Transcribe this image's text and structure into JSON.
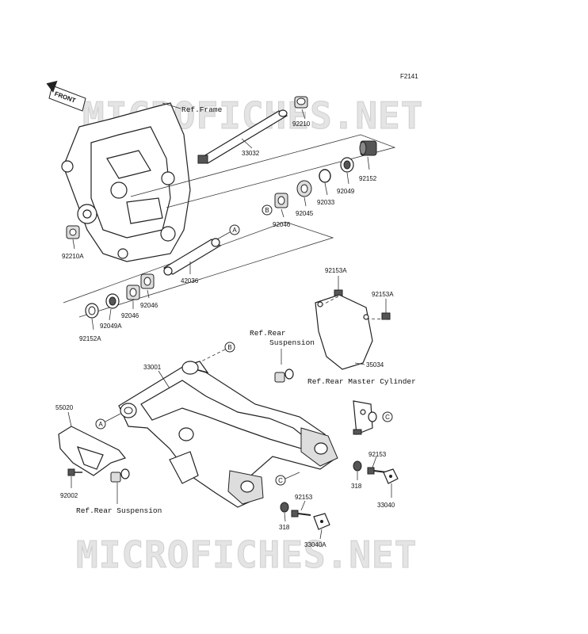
{
  "figure_code": "F2141",
  "front_marker": "FRONT",
  "watermark": "MICROFICHES.NET",
  "refs": {
    "frame": "Ref.Frame",
    "rear_suspension_top_1": "Ref.Rear",
    "rear_suspension_top_2": "Suspension",
    "rear_master_cylinder": "Ref.Rear Master Cylinder",
    "rear_suspension_bottom": "Ref.Rear Suspension"
  },
  "callouts": {
    "a": "A",
    "b": "B",
    "c": "C"
  },
  "parts": {
    "p92210": "92210",
    "p33032": "33032",
    "p92152": "92152",
    "p92049": "92049",
    "p92033": "92033",
    "p92045": "92045",
    "p92046_top": "92046",
    "p92210A": "92210A",
    "p42036": "42036",
    "p92046_mid": "92046",
    "p92046_low": "92046",
    "p92049A": "92049A",
    "p92152A": "92152A",
    "p92153A_1": "92153A",
    "p92153A_2": "92153A",
    "p35034": "35034",
    "p33001": "33001",
    "p55020": "55020",
    "p92002": "92002",
    "p92153_r": "92153",
    "p318_r": "318",
    "p33040": "33040",
    "p92153_b": "92153",
    "p318_b": "318",
    "p33040A": "33040A"
  }
}
